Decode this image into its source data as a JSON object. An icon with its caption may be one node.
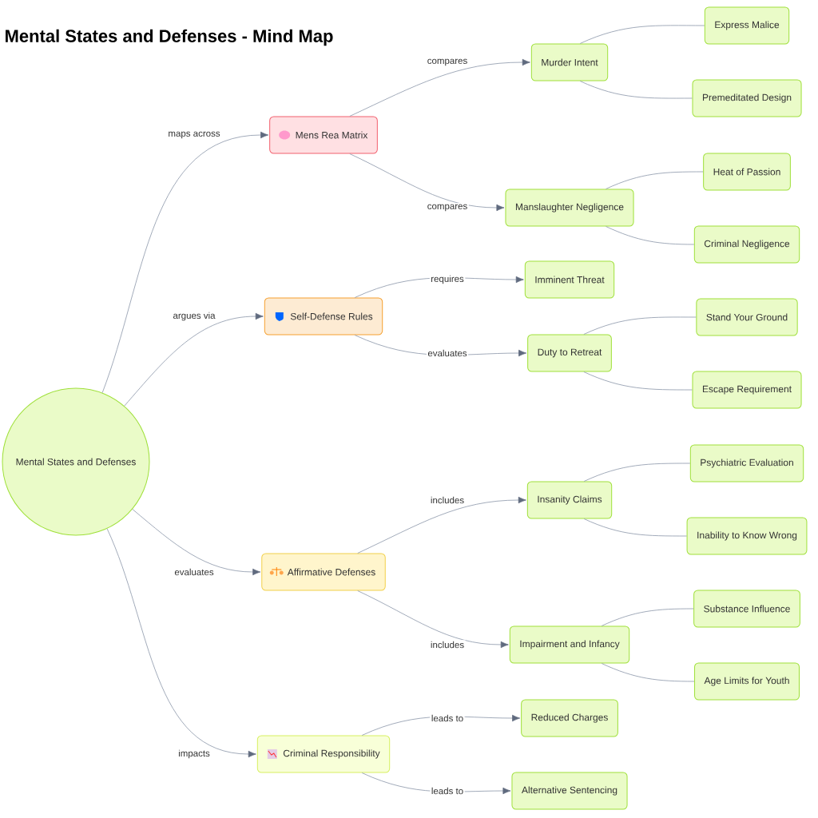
{
  "diagram": {
    "title": "Mental States and Defenses - Mind Map",
    "nodes": [
      {
        "text": [
          "Mental States and Defenses"
        ]
      },
      {
        "text": [
          "Mens Rea Matrix"
        ]
      },
      {
        "text": [
          "Murder Intent"
        ]
      },
      {
        "text": [
          "Express Malice"
        ]
      },
      {
        "text": [
          "Premeditated Design"
        ]
      },
      {
        "text": [
          "Manslaughter Negligence"
        ]
      },
      {
        "text": [
          "Heat of Passion"
        ]
      },
      {
        "text": [
          "Criminal Negligence"
        ]
      },
      {
        "text": [
          "Self-Defense Rules"
        ]
      },
      {
        "text": [
          "Imminent Threat"
        ]
      },
      {
        "text": [
          "Duty to Retreat"
        ]
      },
      {
        "text": [
          "Stand Your Ground"
        ]
      },
      {
        "text": [
          "Escape Requirement"
        ]
      },
      {
        "text": [
          "Affirmative Defenses"
        ]
      },
      {
        "text": [
          "Insanity Claims"
        ]
      },
      {
        "text": [
          "Psychiatric Evaluation"
        ]
      },
      {
        "text": [
          "Inability to Know Wrong"
        ]
      },
      {
        "text": [
          "Impairment and Infancy"
        ]
      },
      {
        "text": [
          "Substance Influence"
        ]
      },
      {
        "text": [
          "Age Limits for Youth"
        ]
      },
      {
        "text": [
          "Criminal Responsibility"
        ]
      },
      {
        "text": [
          "Reduced Charges"
        ]
      },
      {
        "text": [
          "Alternative Sentencing"
        ]
      }
    ],
    "edges": [
      {
        "from": 0,
        "to": 1,
        "arrow": "to",
        "label": "maps across"
      },
      {
        "from": 0,
        "to": 8,
        "arrow": "to",
        "label": "argues via"
      },
      {
        "from": 0,
        "to": 13,
        "arrow": "to",
        "label": "evaluates"
      },
      {
        "from": 0,
        "to": 20,
        "arrow": "to",
        "label": "impacts"
      },
      {
        "from": 1,
        "to": 2,
        "arrow": "to",
        "label": "compares"
      },
      {
        "from": 1,
        "to": 5,
        "arrow": "to",
        "label": "compares"
      },
      {
        "from": 8,
        "to": 9,
        "arrow": "to",
        "label": "requires"
      },
      {
        "from": 8,
        "to": 10,
        "arrow": "to",
        "label": "evaluates"
      },
      {
        "from": 13,
        "to": 14,
        "arrow": "to",
        "label": "includes"
      },
      {
        "from": 13,
        "to": 17,
        "arrow": "to",
        "label": "includes"
      },
      {
        "from": 20,
        "to": 21,
        "arrow": "to",
        "label": "leads to"
      },
      {
        "from": 20,
        "to": 22,
        "arrow": "to",
        "label": "leads to"
      },
      {
        "from": 2,
        "to": 3,
        "arrow": "none"
      },
      {
        "from": 2,
        "to": 4,
        "arrow": "none"
      },
      {
        "from": 5,
        "to": 6,
        "arrow": "none"
      },
      {
        "from": 5,
        "to": 7,
        "arrow": "none"
      },
      {
        "from": 10,
        "to": 11,
        "arrow": "none"
      },
      {
        "from": 10,
        "to": 12,
        "arrow": "none"
      },
      {
        "from": 14,
        "to": 15,
        "arrow": "none"
      },
      {
        "from": 14,
        "to": 16,
        "arrow": "none"
      },
      {
        "from": 17,
        "to": 18,
        "arrow": "none"
      },
      {
        "from": 17,
        "to": 19,
        "arrow": "none"
      }
    ]
  }
}
